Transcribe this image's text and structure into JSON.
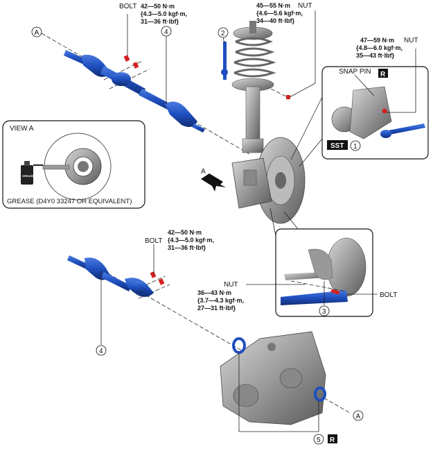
{
  "labels": {
    "bolt_top": "BOLT",
    "bolt_mid": "BOLT",
    "bolt_right": "BOLT",
    "nut_strut": "NUT",
    "nut_tie_rod": "NUT",
    "nut_lower": "NUT",
    "snap_pin": "SNAP PIN",
    "view_a": "VIEW A",
    "grease": "GREASE (D4Y0 33247 OR EQUIVALENT)",
    "grease_can": "GREASE",
    "arrow_a": "A",
    "circle_a": "A",
    "sst": "SST",
    "r": "R"
  },
  "callouts": {
    "n1": "1",
    "n2": "2",
    "n3": "3",
    "n4": "4",
    "n5": "5"
  },
  "torques": {
    "bolt_top": [
      "42—50 N·m",
      "{4.3—5.0 kgf·m,",
      "31—36 ft·lbf}"
    ],
    "strut_nut": [
      "45—55 N·m",
      "{4.6—5.6 kgf·m,",
      "34—40 ft·lbf}"
    ],
    "tie_rod_nut": [
      "47—59 N·m",
      "{4.8—6.0 kgf·m,",
      "35—43 ft·lbf}"
    ],
    "bolt_mid": [
      "42—50 N·m",
      "{4.3—5.0 kgf·m,",
      "31—36 ft·lbf}"
    ],
    "lower_nut": [
      "36—43 N·m",
      "{3.7—4.3 kgf·m,",
      "27—31 ft·lbf}"
    ]
  },
  "colors": {
    "shaft": "#1f4fbf",
    "shaft_dark": "#163a8c",
    "part": "#9a9a9a",
    "part_dark": "#5a5a5a",
    "bolt": "#d42020",
    "tag_bg": "#111111"
  }
}
